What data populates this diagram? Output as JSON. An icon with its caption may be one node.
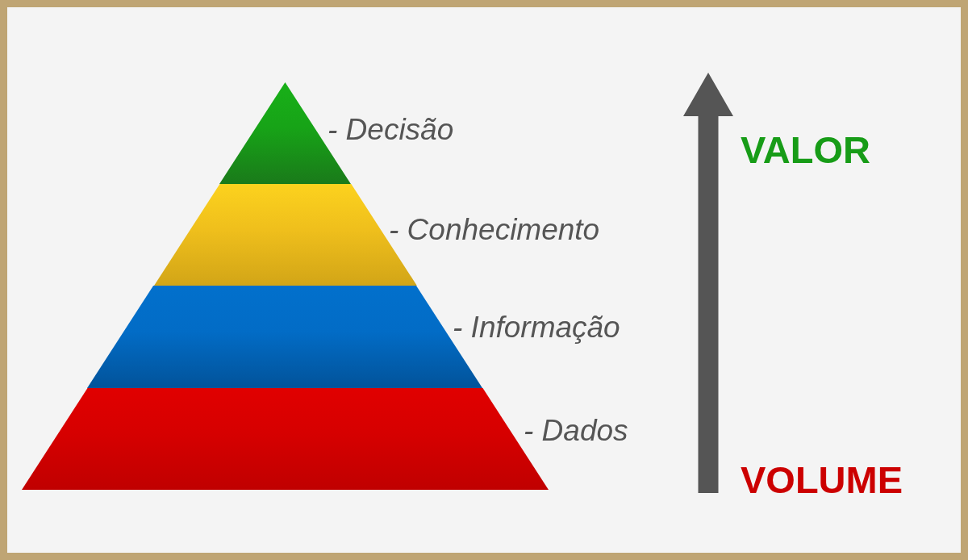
{
  "diagram": {
    "nodes": [
      {
        "text": [],
        "shape": "triangle",
        "beside": [
          "- Decisão"
        ]
      },
      {
        "text": [],
        "shape": "trapezoid",
        "beside": [
          "- Conhecimento"
        ]
      },
      {
        "text": [],
        "shape": "trapezoid",
        "beside": [
          "- Informação"
        ]
      },
      {
        "text": [],
        "shape": "trapezoid",
        "beside": [
          "- Dados"
        ]
      }
    ],
    "labels": [
      "VALOR",
      "VOLUME"
    ]
  }
}
